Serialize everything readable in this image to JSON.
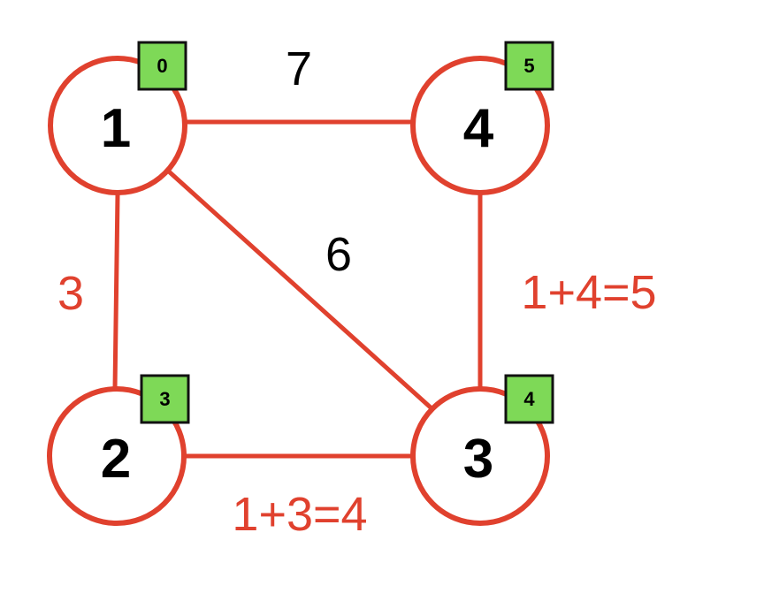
{
  "colors": {
    "edge": "#e0412e",
    "node_border": "#e0412e",
    "badge_fill": "#7ed957",
    "badge_border": "#111111",
    "highlight_text": "#e0412e",
    "text": "#000000"
  },
  "nodes": [
    {
      "id": "1",
      "label": "1",
      "badge": "0"
    },
    {
      "id": "2",
      "label": "2",
      "badge": "3"
    },
    {
      "id": "3",
      "label": "3",
      "badge": "4"
    },
    {
      "id": "4",
      "label": "4",
      "badge": "5"
    }
  ],
  "edges": [
    {
      "from": "1",
      "to": "4",
      "label": "7",
      "highlighted": false
    },
    {
      "from": "1",
      "to": "2",
      "label": "3",
      "highlighted": true
    },
    {
      "from": "1",
      "to": "3",
      "label": "6",
      "highlighted": false
    },
    {
      "from": "4",
      "to": "3",
      "label": "1+4=5",
      "highlighted": true
    },
    {
      "from": "2",
      "to": "3",
      "label": "1+3=4",
      "highlighted": true
    }
  ]
}
